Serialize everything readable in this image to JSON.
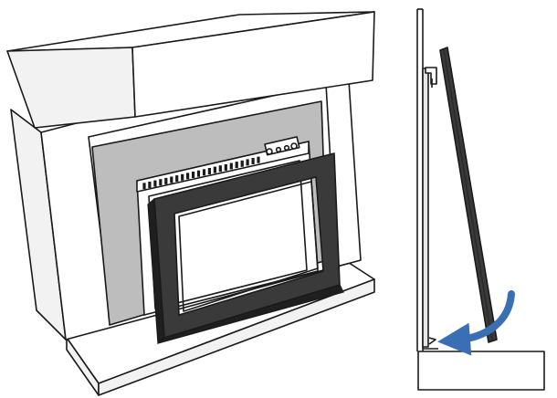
{
  "diagram": {
    "colors": {
      "line": "#1a1a1a",
      "white_face": "#ffffff",
      "light_face": "#f2f2f2",
      "side_face": "#e6e6e6",
      "panel_gray": "#bdbdbd",
      "frame_dark": "#3a3a3a",
      "frame_side": "#1f1f1f",
      "arrow_blue": "#3b6fb3"
    },
    "views": [
      {
        "name": "front-perspective",
        "items": [
          "mantel-shelf",
          "surround",
          "hearth-base",
          "gray-panel",
          "firebox-insert",
          "louver-vent",
          "control-panel",
          "decorative-frame"
        ]
      },
      {
        "name": "side-view",
        "items": [
          "wall-panel",
          "mounting-hook",
          "tilted-frame",
          "floor-base",
          "bottom-bracket",
          "install-arrow"
        ]
      }
    ]
  }
}
